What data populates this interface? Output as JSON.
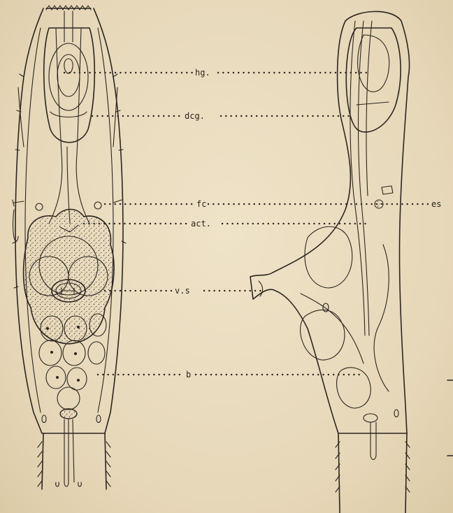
{
  "figure": {
    "labels": [
      {
        "key": "hg",
        "text": "hg."
      },
      {
        "key": "dcg",
        "text": "dcg."
      },
      {
        "key": "fc",
        "text": "fc"
      },
      {
        "key": "act",
        "text": "act."
      },
      {
        "key": "vs",
        "text": "v.s"
      },
      {
        "key": "b",
        "text": "b"
      },
      {
        "key": "es",
        "text": "es"
      }
    ]
  },
  "colors": {
    "paper": "#e9dcc0",
    "ink": "#2b2520"
  }
}
